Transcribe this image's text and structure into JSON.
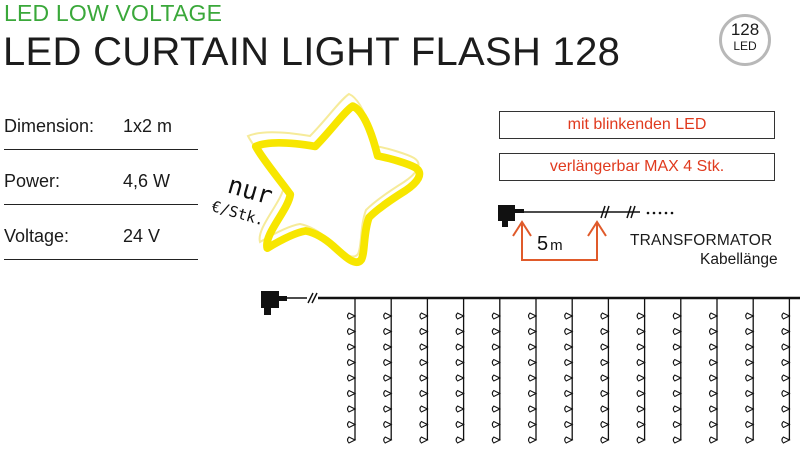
{
  "header": {
    "category": "LED LOW VOLTAGE",
    "product_title": "LED CURTAIN LIGHT FLASH 128"
  },
  "badge": {
    "count": "128",
    "unit": "LED"
  },
  "specs": [
    {
      "label": "Dimension:",
      "value": "1x2 m"
    },
    {
      "label": "Power:",
      "value": "4,6 W"
    },
    {
      "label": "Voltage:",
      "value": "24 V"
    }
  ],
  "promo": {
    "prefix": "nur",
    "price_unit": "€/Stk."
  },
  "features": [
    {
      "text": "mit blinkenden LED"
    },
    {
      "text": "verlängerbar MAX 4 Stk."
    }
  ],
  "cable": {
    "length_value": "5",
    "length_unit": "m",
    "transformer_label": "TRANSFORMATOR",
    "cable_length_label": "Kabellänge"
  },
  "diagram": {
    "strands": 13,
    "leds_per_strand": 9
  },
  "colors": {
    "category_green": "#3aa83a",
    "feature_red": "#e03a1e",
    "arrow_red": "#e05a2a",
    "star_yellow": "#f7e600",
    "badge_ring": "#b8b8b8"
  },
  "icons": [
    "star-outline-icon",
    "transformer-plug-icon",
    "led-bulb-icon",
    "arrow-up-icon"
  ]
}
